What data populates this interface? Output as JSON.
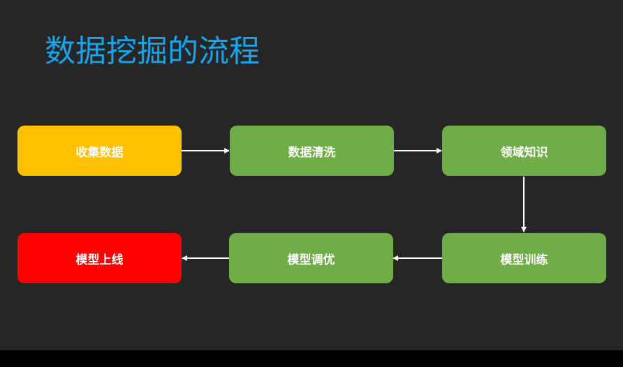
{
  "title": "数据挖掘的流程",
  "colors": {
    "background": "#262626",
    "title": "#1aa3e8",
    "collect": "#ffc000",
    "process": "#70ad47",
    "deploy": "#ff0000",
    "arrow": "#ffffff"
  },
  "steps": [
    {
      "id": "collect",
      "label": "收集数据"
    },
    {
      "id": "clean",
      "label": "数据清洗"
    },
    {
      "id": "domain",
      "label": "领域知识"
    },
    {
      "id": "train",
      "label": "模型训练"
    },
    {
      "id": "tune",
      "label": "模型调优"
    },
    {
      "id": "deploy",
      "label": "模型上线"
    }
  ],
  "flow": [
    [
      "collect",
      "clean"
    ],
    [
      "clean",
      "domain"
    ],
    [
      "domain",
      "train"
    ],
    [
      "train",
      "tune"
    ],
    [
      "tune",
      "deploy"
    ]
  ]
}
